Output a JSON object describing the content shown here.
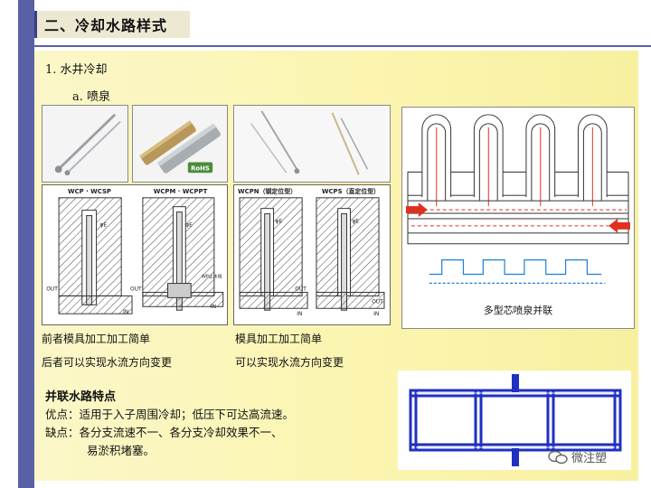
{
  "slide": {
    "title": "二、冷却水路样式",
    "heading": "1. 水井冷却",
    "subheading": "a. 喷泉"
  },
  "diagrams": {
    "wcp_wcsp": "WCP · WCSP",
    "wcpm_wcppt": "WCPM · WCPPT",
    "wcpn": "WCPN（钢定位型）",
    "wcps": "WCPS（直定位型）",
    "label_diameter": "φE",
    "label_out": "OUT",
    "label_in": "IN",
    "label_wp": "WP止水栓"
  },
  "photos": {
    "rohs_badge": "RoHS"
  },
  "notes": {
    "left_line1": "前者模具加工加工简单",
    "left_line2": "后者可以实现水流方向变更",
    "mid_line1": "模具加工加工简单",
    "mid_line2": "可以实现水流方向变更"
  },
  "features": {
    "title": "并联水路特点",
    "pro": "优点：适用于入子周围冷却；低压下可达高流速。",
    "con": "缺点：各分支流速不一、各分支冷却效果不一、",
    "con_cont": "易淤积堵塞。"
  },
  "right_panel": {
    "caption": "多型芯喷泉并联"
  },
  "watermark": {
    "text": "微注塑"
  },
  "colors": {
    "sidebar": "#5860a8",
    "content_bg": "#fbf5b0",
    "title_bg": "#ece8d2",
    "arrow_red": "#e03020",
    "flow_blue": "#1a7fd8",
    "pipe_blue": "#2030c0"
  }
}
